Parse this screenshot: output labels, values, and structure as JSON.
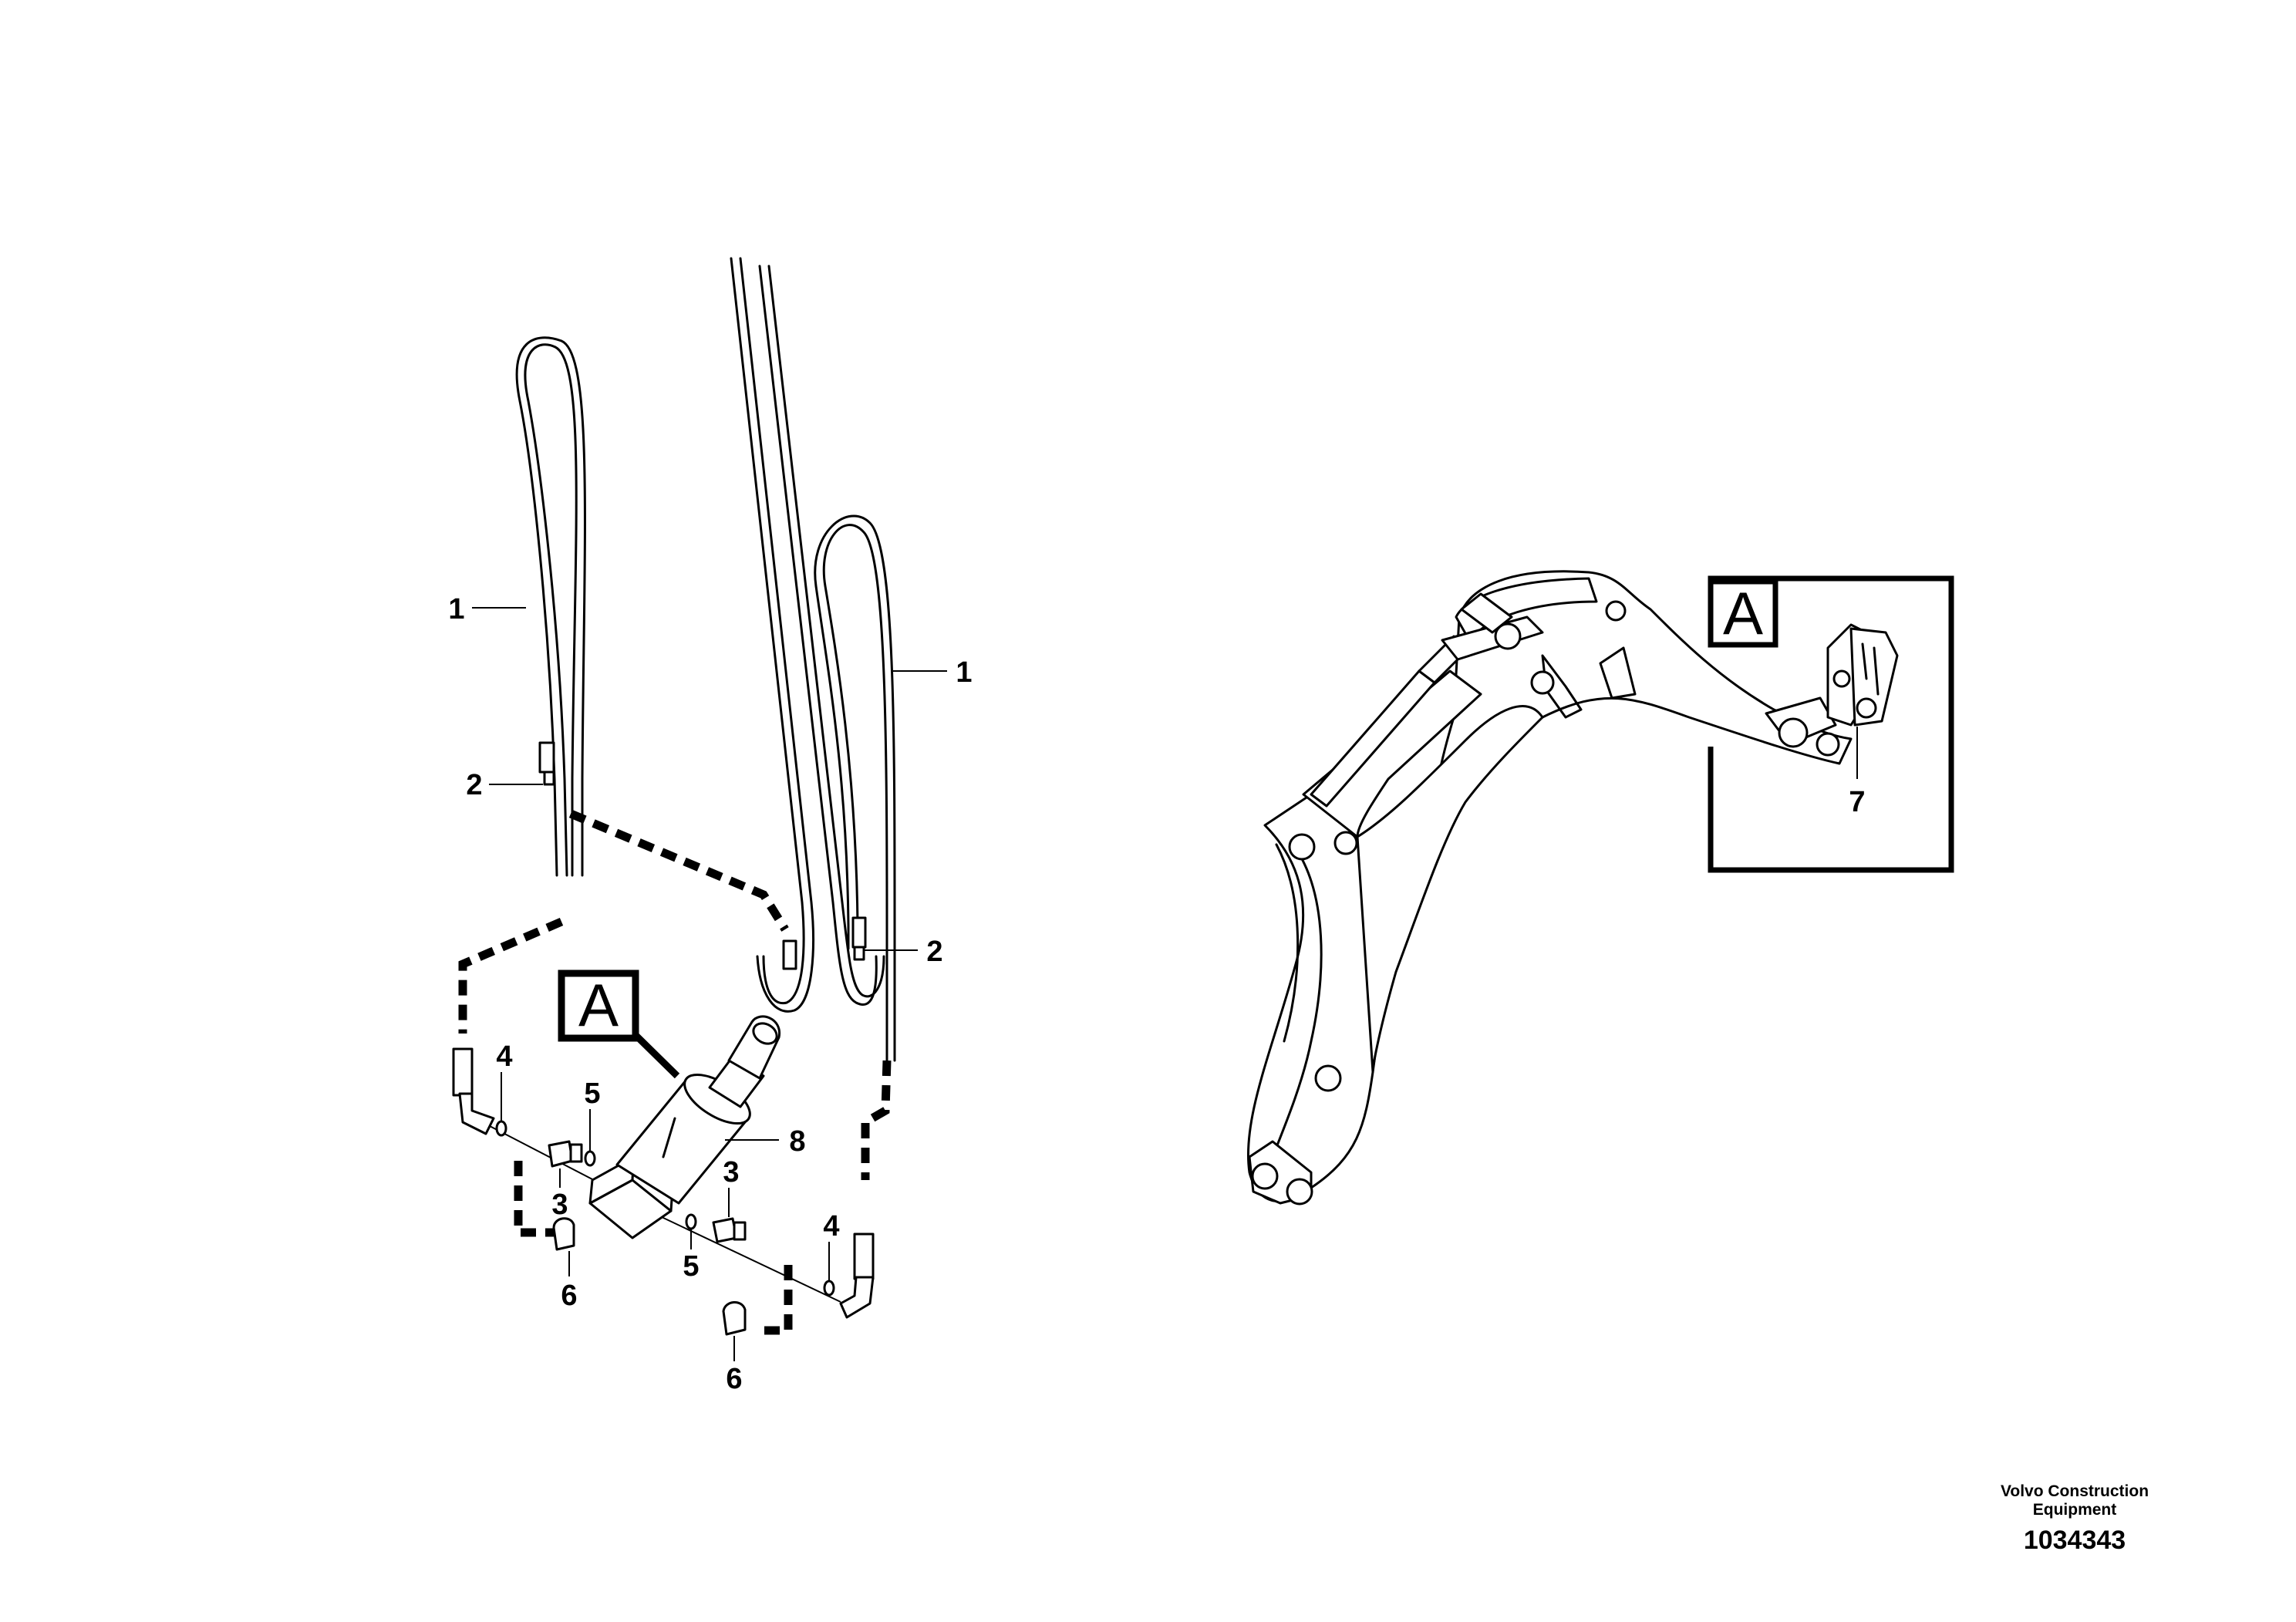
{
  "detail_letter": "A",
  "callouts": {
    "hose_left": "1",
    "hose_right": "1",
    "fitting_left": "2",
    "fitting_right": "2",
    "adapter_left": "3",
    "adapter_right": "3",
    "washer_left": "4",
    "washer_right": "4",
    "seal_left": "5",
    "seal_right": "5",
    "cap_left": "6",
    "cap_right": "6",
    "attachment_bracket": "7",
    "cylinder": "8"
  },
  "footer": {
    "brand_line1": "Volvo Construction",
    "brand_line2": "Equipment",
    "document_number": "1034343"
  }
}
